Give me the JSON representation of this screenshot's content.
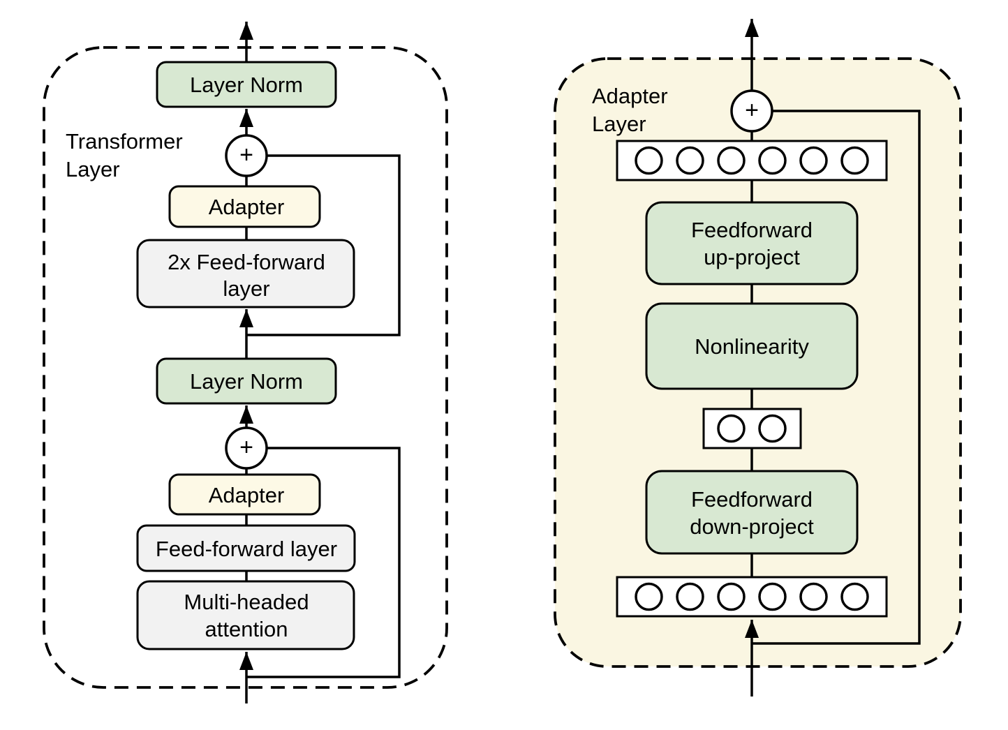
{
  "colors": {
    "green": "#d8e8d2",
    "cream": "#fdf9e6",
    "panel_bg": "#faf6e2",
    "gray": "#f2f2f2",
    "stroke": "#000000"
  },
  "left": {
    "label": [
      "Transformer",
      "Layer"
    ],
    "layer_norm_top": "Layer Norm",
    "plus_top": "+",
    "adapter_top": "Adapter",
    "feed_forward_2x": [
      "2x Feed-forward",
      "layer"
    ],
    "layer_norm_mid": "Layer Norm",
    "plus_bottom": "+",
    "adapter_bottom": "Adapter",
    "feed_forward": "Feed-forward layer",
    "multi_headed_attention": [
      "Multi-headed",
      "attention"
    ]
  },
  "right": {
    "label": [
      "Adapter",
      "Layer"
    ],
    "plus": "+",
    "feedforward_up": [
      "Feedforward",
      "up-project"
    ],
    "nonlinearity": "Nonlinearity",
    "feedforward_down": [
      "Feedforward",
      "down-project"
    ],
    "feature_rows": {
      "top": {
        "count": 6
      },
      "bottleneck": {
        "count": 2
      },
      "bottom": {
        "count": 6
      }
    }
  }
}
